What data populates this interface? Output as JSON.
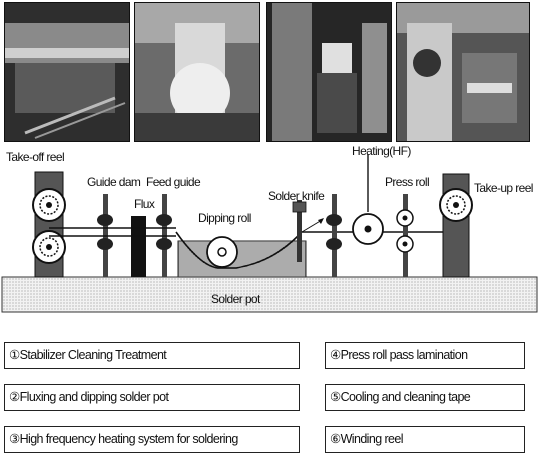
{
  "photos": [
    {
      "name": "photo-take-off-reel",
      "tone": "#4a4a4a"
    },
    {
      "name": "photo-flux-station",
      "tone": "#5c5c5c"
    },
    {
      "name": "photo-heating-unit",
      "tone": "#3d3d3d"
    },
    {
      "name": "photo-take-up-reel",
      "tone": "#555555"
    }
  ],
  "labels": {
    "take_off_reel": "Take-off reel",
    "guide_dam": "Guide dam",
    "feed_guide": "Feed guide",
    "flux": "Flux",
    "dipping_roll": "Dipping roll",
    "solder_knife": "Solder knife",
    "heating": "Heating(HF)",
    "press_roll": "Press roll",
    "take_up_reel": "Take-up reel",
    "solder_pot": "Solder pot"
  },
  "steps": [
    "①Stabilizer Cleaning Treatment",
    "②Fluxing and dipping solder pot",
    "③High frequency heating system for soldering",
    "④Press roll pass lamination",
    "⑤Cooling and cleaning tape",
    "⑥Winding reel"
  ]
}
